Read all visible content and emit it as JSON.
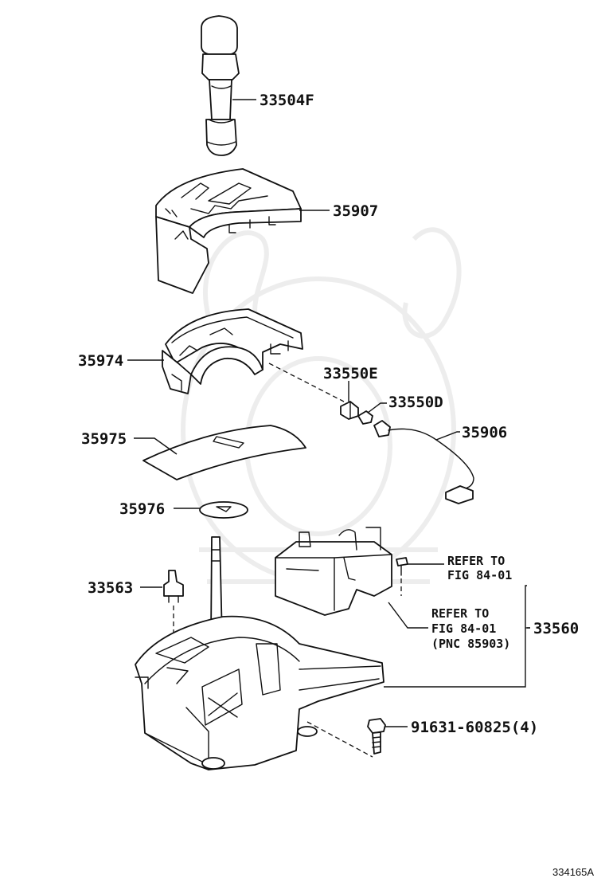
{
  "parts": {
    "p33504F": "33504F",
    "p35907": "35907",
    "p35974": "35974",
    "p33550E": "33550E",
    "p33550D": "33550D",
    "p35906": "35906",
    "p35975": "35975",
    "p35976": "35976",
    "p33563": "33563",
    "p33560": "33560",
    "p91631": "91631-60825(4)"
  },
  "refs": {
    "ref1_line1": "REFER TO",
    "ref1_line2": "FIG 84-01",
    "ref2_line1": "REFER TO",
    "ref2_line2": "FIG 84-01",
    "ref2_line3": "(PNC 85903)"
  },
  "figure_number": "334165A"
}
